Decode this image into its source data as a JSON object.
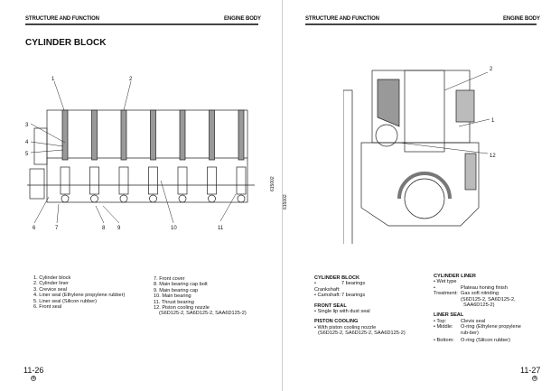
{
  "left_page": {
    "header_left": "STRUCTURE AND FUNCTION",
    "header_right": "ENGINE BODY",
    "title": "CYLINDER BLOCK",
    "callouts": [
      "1",
      "2",
      "3",
      "4",
      "5",
      "6",
      "7",
      "8",
      "9",
      "10",
      "11"
    ],
    "side_code": "615002",
    "legend_col1": [
      "1. Cylinder block",
      "2. Cylinder liner",
      "3. Crevice seal",
      "4. Liner seal (Ethylene propylene rubber)",
      "5. Liner seal (Silicon rubber)",
      "6. Front seal"
    ],
    "legend_col2": [
      "7. Front cover",
      "8. Main bearing cap bolt",
      "9. Main bearing cap",
      "10. Main bearing",
      "11. Thrust bearing",
      "12. Piston cooling nozzle",
      "(S6D125-2, SA6D125-2, SAA6D125-2)"
    ],
    "page_number": "11-26",
    "page_mark": "⑧"
  },
  "right_page": {
    "header_left": "STRUCTURE AND FUNCTION",
    "header_right": "ENGINE BODY",
    "callouts": [
      "2",
      "1",
      "12"
    ],
    "side_code": "615002",
    "col1": {
      "cylinder_block": {
        "heading": "CYLINDER BLOCK",
        "items": [
          [
            "• Crankshaft:",
            "7 bearings"
          ],
          [
            "• Camshaft:",
            "7 bearings"
          ]
        ]
      },
      "front_seal": {
        "heading": "FRONT SEAL",
        "items": [
          "• Single lip with dust seal"
        ]
      },
      "piston_cooling": {
        "heading": "PISTON COOLING",
        "items": [
          "• With piston cooling nozzle",
          "(S6D125-2, SA6D125-2, SAA6D125-2)"
        ]
      }
    },
    "col2": {
      "cylinder_liner": {
        "heading": "CYLINDER LINER",
        "wet": "• Wet type",
        "treat_label": "• Treatment:",
        "treat_lines": [
          "Plateau honing finish",
          "Gas soft nitriding",
          "(S6D125-2, SA6D125-2,",
          "SAA6D125-2)"
        ]
      },
      "liner_seal": {
        "heading": "LINER SEAL",
        "items": [
          [
            "• Top:",
            "Clevis seal"
          ],
          [
            "• Middle:",
            "O-ring (Ethylene propylene rub-ber)"
          ],
          [
            "• Bottom:",
            "O-ring (Silicon rubber)"
          ]
        ]
      }
    },
    "page_number": "11-27",
    "page_mark": "⑧"
  }
}
